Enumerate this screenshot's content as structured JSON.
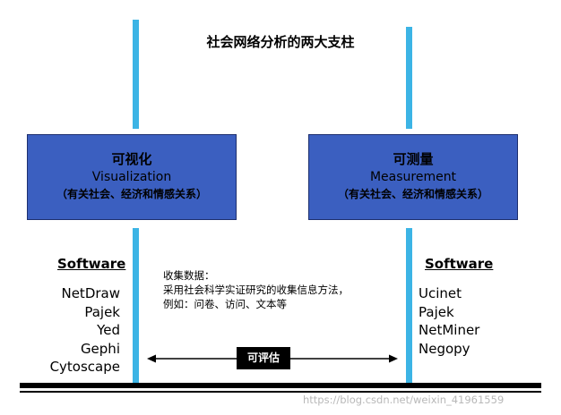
{
  "title": "社会网络分析的两大支柱",
  "left_box": {
    "zh": "可视化",
    "en": "Visualization",
    "sub": "（有关社会、经济和情感关系）"
  },
  "right_box": {
    "zh": "可测量",
    "en": "Measurement",
    "sub": "（有关社会、经济和情感关系）"
  },
  "left_software": {
    "heading": "Software",
    "items": [
      "NetDraw",
      "Pajek",
      "Yed",
      "Gephi",
      "Cytoscape"
    ]
  },
  "right_software": {
    "heading": "Software",
    "items": [
      "Ucinet",
      "Pajek",
      "NetMiner",
      "Negopy"
    ]
  },
  "middle_text": {
    "line1": "收集数据：",
    "line2": "采用社会科学实证研究的收集信息方法，",
    "line3": "例如：问卷、访问、文本等"
  },
  "evaluate_label": "可评估",
  "watermark": "https://blog.csdn.net/weixin_41961559",
  "colors": {
    "pillar": "#3cb4e5",
    "box": "#3b5fc0"
  }
}
